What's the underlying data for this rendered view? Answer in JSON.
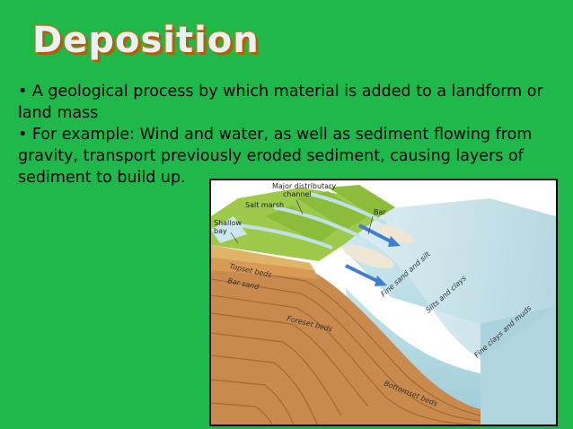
{
  "slide": {
    "title": "Deposition",
    "bullets": [
      "• A geological process by which material is added to a landform or land mass",
      "• For example: Wind and water, as well as sediment flowing from gravity, transport previously eroded sediment, causing layers of sediment to build up."
    ]
  },
  "diagram": {
    "labels": {
      "major_distributary": "Major distributary",
      "channel": "channel",
      "salt_marsh": "Salt marsh",
      "shallow": "Shallow",
      "bay": "bay",
      "bar": "Bar",
      "topset_beds": "Topset beds",
      "bar_sand": "Bar sand",
      "fine_sand_silt": "Fine sand and silt",
      "silts_clays": "Silts and clays",
      "fine_clays_muds": "Fine clays and muds",
      "foreset_beds": "Foreset beds",
      "bottomset_beds": "Bottomset beds"
    }
  },
  "colors": {
    "background": "#1fb84a",
    "title_fill": "#e8f2f6",
    "title_stroke": "#e0830f",
    "water": "#b9dde6",
    "marsh": "#9fc94a",
    "sediment": "#c98a4e"
  }
}
